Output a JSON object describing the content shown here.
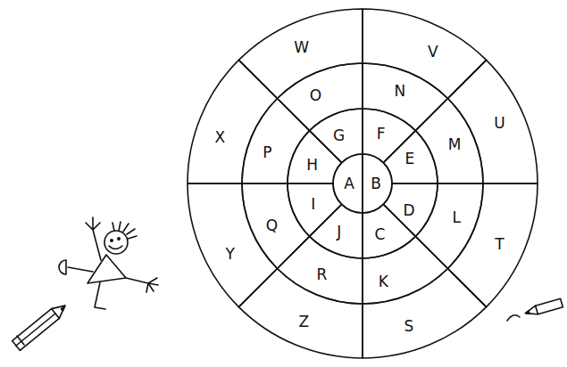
{
  "diagram": {
    "nodes": [
      {
        "text": [
          "A"
        ]
      },
      {
        "text": [
          "B"
        ]
      },
      {
        "text": [
          "C"
        ]
      },
      {
        "text": [
          "D"
        ]
      },
      {
        "text": [
          "E"
        ]
      },
      {
        "text": [
          "F"
        ]
      },
      {
        "text": [
          "G"
        ]
      },
      {
        "text": [
          "H"
        ]
      },
      {
        "text": [
          "I"
        ]
      },
      {
        "text": [
          "J"
        ]
      },
      {
        "text": [
          "K"
        ]
      },
      {
        "text": [
          "L"
        ]
      },
      {
        "text": [
          "M"
        ]
      },
      {
        "text": [
          "N"
        ]
      },
      {
        "text": [
          "O"
        ]
      },
      {
        "text": [
          "P"
        ]
      },
      {
        "text": [
          "Q"
        ]
      },
      {
        "text": [
          "R"
        ]
      },
      {
        "text": [
          "S"
        ]
      },
      {
        "text": [
          "T"
        ]
      },
      {
        "text": [
          "U"
        ]
      },
      {
        "text": [
          "V"
        ]
      },
      {
        "text": [
          "W"
        ]
      },
      {
        "text": [
          "X"
        ]
      },
      {
        "text": [
          "Y"
        ]
      },
      {
        "text": [
          "Z"
        ]
      }
    ]
  }
}
